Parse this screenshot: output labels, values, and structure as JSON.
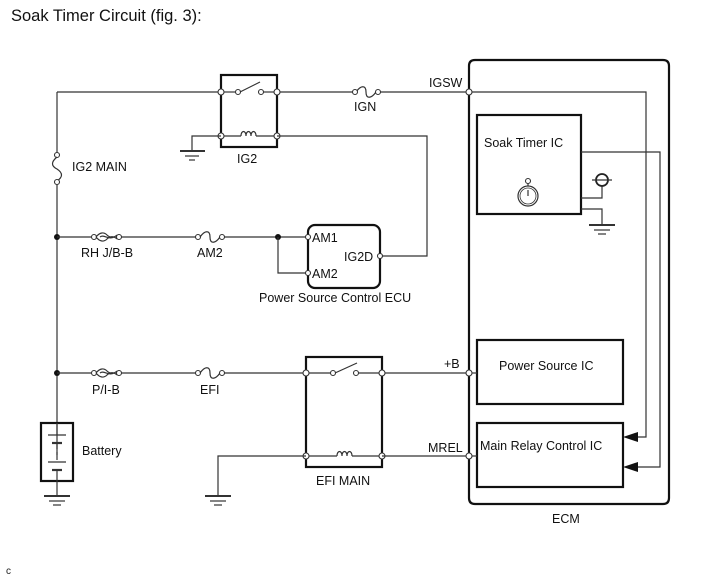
{
  "title": "Soak Timer Circuit (fig. 3):",
  "corner_label": "c",
  "components": {
    "ig2_relay": "IG2",
    "ign_fuse": "IGN",
    "ig2_main_fuse": "IG2 MAIN",
    "rh_jb_fuse": "RH J/B-B",
    "am2_fuse": "AM2",
    "pib_fuse": "P/I-B",
    "efi_fuse": "EFI",
    "battery": "Battery",
    "efi_main_relay": "EFI MAIN",
    "power_source_ecu": "Power Source Control ECU",
    "ecm": "ECM"
  },
  "terminals": {
    "igsw": "IGSW",
    "plus_b": "+B",
    "mrel": "MREL",
    "am1": "AM1",
    "am2": "AM2",
    "ig2d": "IG2D"
  },
  "ics": {
    "soak_timer": "Soak Timer IC",
    "power_source": "Power Source IC",
    "main_relay_control": "Main Relay Control IC"
  },
  "icons": {
    "timer": "stopwatch-icon",
    "ground": "ground-icon",
    "power": "power-supply-icon",
    "fuse": "fuse-icon",
    "coil": "relay-coil-icon",
    "switch": "relay-switch-icon",
    "arrow": "signal-arrow-icon"
  }
}
